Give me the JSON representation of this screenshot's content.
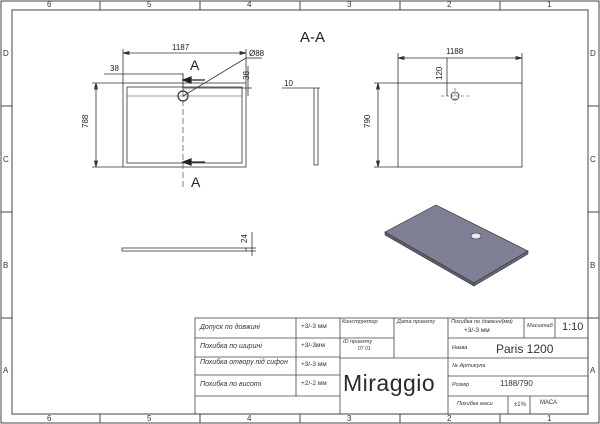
{
  "frame": {
    "columns": [
      "6",
      "5",
      "4",
      "3",
      "2",
      "1"
    ],
    "rows": [
      "D",
      "C",
      "B",
      "A"
    ]
  },
  "section_title": "A-A",
  "section_markers": [
    "A",
    "A"
  ],
  "top_view": {
    "width": "1187",
    "drain_diameter": "Ø88",
    "offset_x": "38",
    "offset_y": "38",
    "height": "788"
  },
  "profile_view": {
    "thickness": "10"
  },
  "right_view": {
    "width": "1188",
    "drain_offset": "120",
    "height": "790"
  },
  "side_view": {
    "height": "24"
  },
  "title_block": {
    "tolerances": [
      {
        "label": "Допуск по довжині",
        "value": "+3/-3 мм"
      },
      {
        "label": "Похибка по ширині",
        "value": "+3/-3мм"
      },
      {
        "label": "Похибка отвору під сифон",
        "value": "+3/-3 мм"
      },
      {
        "label": "Похибка по висоті",
        "value": "+2/-2 мм"
      }
    ],
    "designer_label": "Конструктор",
    "date_label": "Дата проекту",
    "project_id_label": "ID проекту",
    "project_id_value": "07 01",
    "brand": "Miraggio",
    "error_length_label": "Похибка по довжині(мм)",
    "error_length_value": "+3/-3 мм",
    "scale_label": "Масштаб",
    "scale_value": "1:10",
    "name_label": "Назва",
    "name_value": "Paris  1200",
    "article_label": "№ Артикула",
    "size_label": "Розмір",
    "size_value": "1188/790",
    "mass_error_label": "Похибка маси",
    "mass_error_value": "±1%",
    "mass_label": "МАСА"
  },
  "colors": {
    "line": "#333333",
    "tray_3d_top": "#7f7f95",
    "tray_3d_side": "#5e5e72",
    "drain_arrow": "#222222"
  }
}
